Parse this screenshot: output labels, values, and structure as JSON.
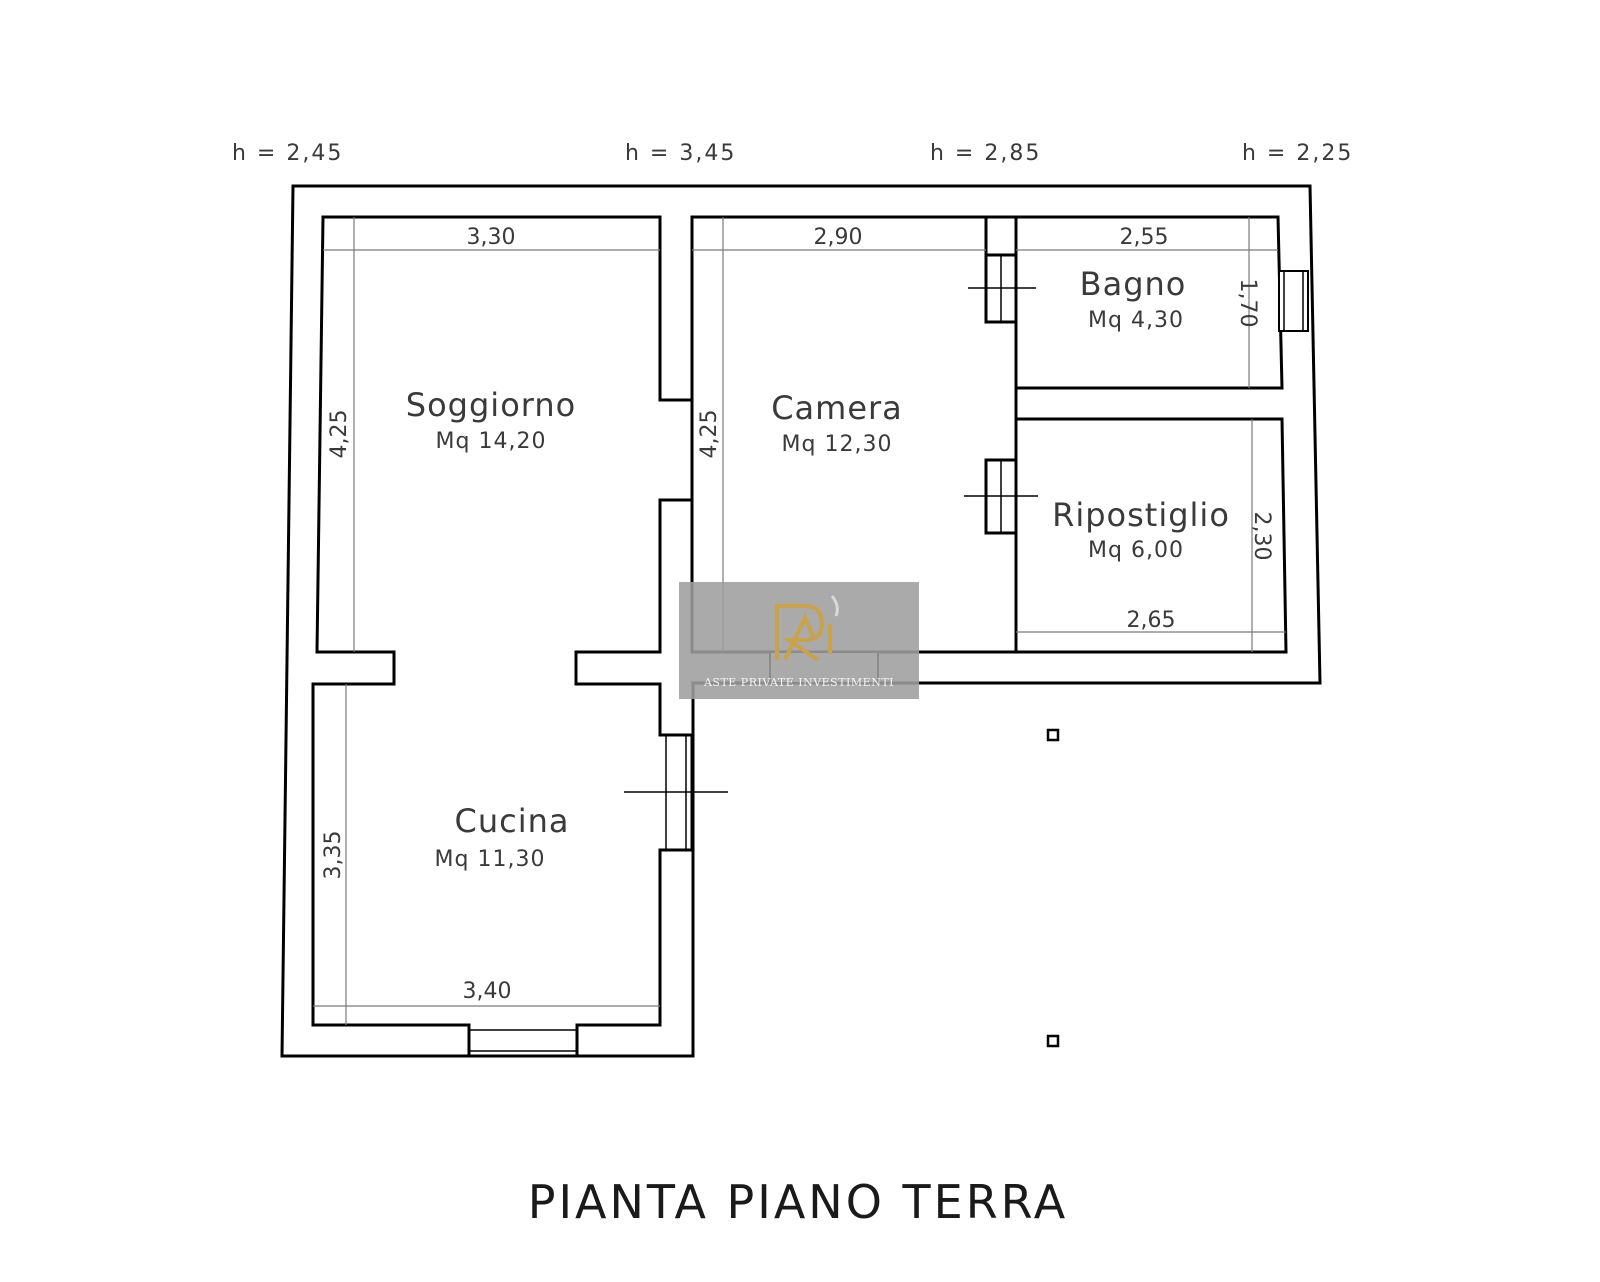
{
  "heights": [
    {
      "id": "h1",
      "text": "h = 2,45"
    },
    {
      "id": "h2",
      "text": "h = 3,45"
    },
    {
      "id": "h3",
      "text": "h = 2,85"
    },
    {
      "id": "h4",
      "text": "h = 2,25"
    }
  ],
  "rooms": {
    "soggiorno": {
      "name": "Soggiorno",
      "area": "Mq 14,20"
    },
    "camera": {
      "name": "Camera",
      "area": "Mq 12,30"
    },
    "bagno": {
      "name": "Bagno",
      "area": "Mq 4,30"
    },
    "ripostiglio": {
      "name": "Ripostiglio",
      "area": "Mq 6,00"
    },
    "cucina": {
      "name": "Cucina",
      "area": "Mq 11,30"
    }
  },
  "dimensions": {
    "soggiorno_width": "3,30",
    "soggiorno_depth": "4,25",
    "camera_width": "2,90",
    "camera_depth": "4,25",
    "bagno_width": "2,55",
    "bagno_depth": "1,70",
    "ripostiglio_width": "2,65",
    "ripostiglio_depth": "2,30",
    "cucina_width": "3,40",
    "cucina_depth": "3,35"
  },
  "title": "PIANTA PIANO TERRA",
  "watermark": {
    "text": "ASTE PRIVATE INVESTIMENTI",
    "gold": "#c9a24a",
    "panel": "#9e9e9e"
  }
}
